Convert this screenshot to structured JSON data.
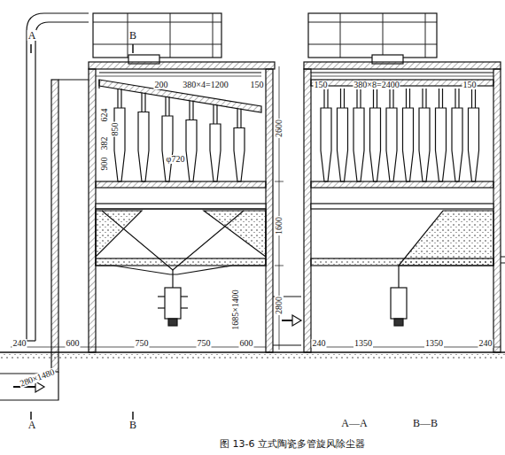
{
  "diagram": {
    "caption": "图 13-6   立式陶瓷多管旋风除尘器",
    "labels": [
      "A",
      "B",
      "200",
      "380×4=1200",
      "150",
      "624",
      "850",
      "382",
      "900",
      "φ720",
      "2600",
      "1600",
      "2800",
      "240",
      "600",
      "750",
      "750",
      "600",
      "1685×1400",
      "280×1480",
      "A",
      "B",
      "150",
      "380×8=2400",
      "150",
      "240",
      "1350",
      "1350",
      "240",
      "A—A",
      "B—B"
    ]
  }
}
